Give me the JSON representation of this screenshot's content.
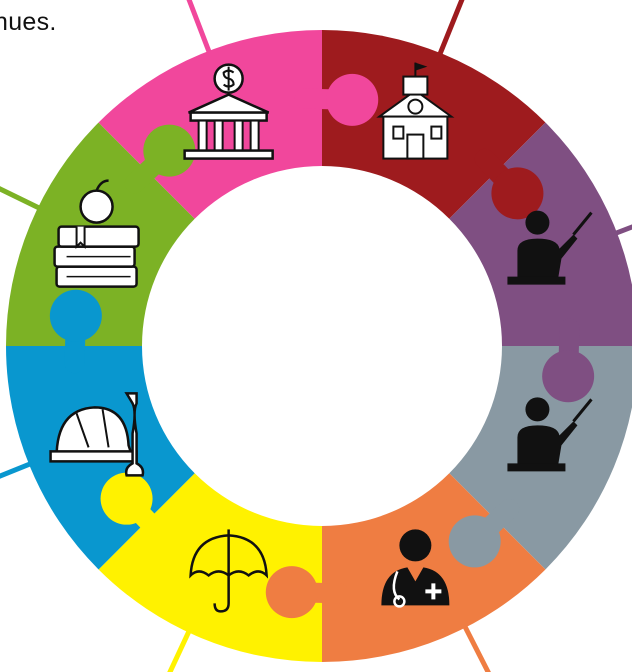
{
  "caption": "nues.",
  "palette": {
    "red": "#9e1b1e",
    "purple": "#7f4f82",
    "gray": "#8999a3",
    "orange": "#ef7d42",
    "yellow": "#fff200",
    "blue": "#0997cf",
    "green": "#7cb225",
    "pink": "#f1479c"
  },
  "segments": [
    {
      "color_key": "red",
      "icon": "schoolhouse-icon"
    },
    {
      "color_key": "purple",
      "icon": "teacher-at-board-icon"
    },
    {
      "color_key": "gray",
      "icon": "teacher-pointing-icon"
    },
    {
      "color_key": "orange",
      "icon": "doctor-icon"
    },
    {
      "color_key": "yellow",
      "icon": "umbrella-icon"
    },
    {
      "color_key": "blue",
      "icon": "hardhat-wrench-icon"
    },
    {
      "color_key": "green",
      "icon": "books-apple-icon"
    },
    {
      "color_key": "pink",
      "icon": "bank-icon"
    }
  ]
}
